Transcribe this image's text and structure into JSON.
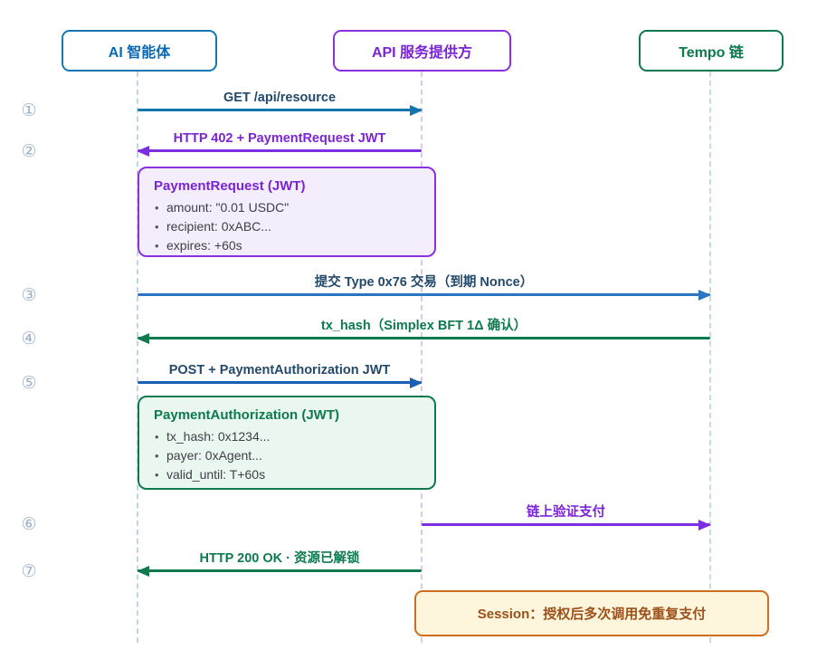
{
  "actors": [
    {
      "label": "AI 智能体"
    },
    {
      "label": "API 服务提供方"
    },
    {
      "label": "Tempo 链"
    }
  ],
  "steps": [
    {
      "marker": "①",
      "label": "GET /api/resource",
      "from": "AI 智能体",
      "to": "API 服务提供方"
    },
    {
      "marker": "②",
      "label": "HTTP 402 + PaymentRequest JWT",
      "from": "API 服务提供方",
      "to": "AI 智能体"
    },
    {
      "marker": "③",
      "label": "提交 Type 0x76 交易（到期 Nonce）",
      "from": "AI 智能体",
      "to": "Tempo 链"
    },
    {
      "marker": "④",
      "label": "tx_hash（Simplex BFT 1Δ 确认）",
      "from": "Tempo 链",
      "to": "AI 智能体"
    },
    {
      "marker": "⑤",
      "label": "POST + PaymentAuthorization JWT",
      "from": "AI 智能体",
      "to": "API 服务提供方"
    },
    {
      "marker": "⑥",
      "label": "链上验证支付",
      "from": "API 服务提供方",
      "to": "Tempo 链"
    },
    {
      "marker": "⑦",
      "label": "HTTP 200 OK · 资源已解锁",
      "from": "API 服务提供方",
      "to": "AI 智能体"
    }
  ],
  "notes": {
    "payment_request": {
      "title": "PaymentRequest (JWT)",
      "items": [
        "amount: \"0.01 USDC\"",
        "recipient: 0xABC...",
        "expires: +60s"
      ]
    },
    "payment_authorization": {
      "title": "PaymentAuthorization (JWT)",
      "items": [
        "tx_hash: 0x1234...",
        "payer: 0xAgent...",
        "valid_until: T+60s"
      ]
    },
    "session": {
      "prefix": "Session：",
      "text": "授权后多次调用免重复支付"
    }
  },
  "colors": {
    "actor_blue": "#0a6ab5",
    "actor_purple": "#7b24d6",
    "actor_green": "#0c7a4b",
    "arrow_blue": "#1276ad",
    "arrow_purple": "#7c2fe0",
    "arrow_green": "#0e7a4e",
    "label_navy": "#23496b",
    "note_purple_bg": "#f4edfc",
    "note_green_bg": "#eaf7f0",
    "session_bg": "#fdf6dc",
    "session_border": "#cd6d1d",
    "session_text": "#9c501a",
    "marker_gray": "#9db1c7"
  }
}
